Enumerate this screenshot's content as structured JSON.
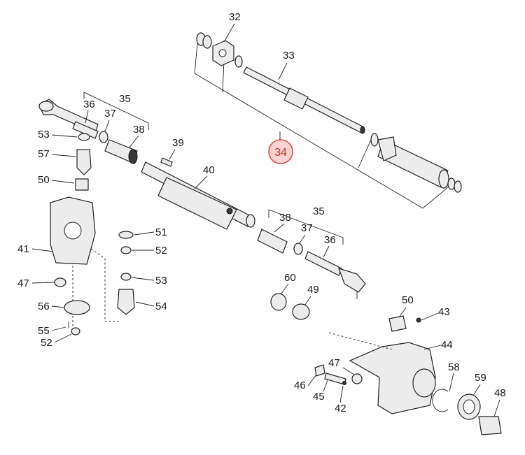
{
  "highlight": {
    "label": "34",
    "ring_color": "#e24b4b",
    "fill_color": "#fbd3d0"
  },
  "labels": {
    "l32": "32",
    "l33": "33",
    "l34": "34",
    "l35a": "35",
    "l36a": "36",
    "l37a": "37",
    "l38a": "38",
    "l39": "39",
    "l40": "40",
    "l35b": "35",
    "l38b": "38",
    "l37b": "37",
    "l36b": "36",
    "l53a": "53",
    "l57": "57",
    "l50a": "50",
    "l51": "51",
    "l52a": "52",
    "l41": "41",
    "l53b": "53",
    "l47a": "47",
    "l54": "54",
    "l56": "56",
    "l55": "55",
    "l52b": "52",
    "l60": "60",
    "l49": "49",
    "l50b": "50",
    "l43": "43",
    "l44": "44",
    "l47b": "47",
    "l46": "46",
    "l45": "45",
    "l42": "42",
    "l58": "58",
    "l59": "59",
    "l48": "48"
  }
}
